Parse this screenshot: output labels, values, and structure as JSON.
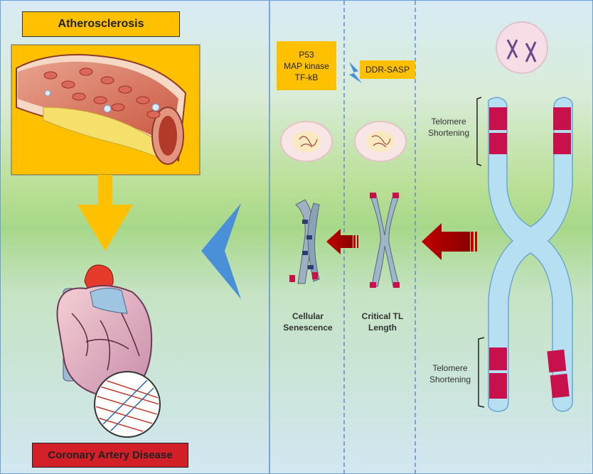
{
  "labels": {
    "atherosclerosis": "Atherosclerosis",
    "coronary_artery_disease": "Coronary Artery Disease",
    "p53": "P53",
    "map_kinase": "MAP kinase",
    "tf_kb": "TF-kB",
    "ddr_sasp": "DDR-SASP",
    "cellular": "Cellular",
    "senescence": "Senescence",
    "critical_tl": "Critical TL",
    "length": "Length",
    "telomere_top_1": "Telomere",
    "telomere_top_2": "Shortening",
    "telomere_bottom_1": "Telomere",
    "telomere_bottom_2": "Shortening"
  },
  "colors": {
    "label_yellow": "#ffc000",
    "label_red": "#d21f28",
    "arrow_red": "#c00000",
    "chevron_blue": "#4a90d9",
    "chromosome_blue": "#b7dff2",
    "telomere_red": "#c8104d"
  },
  "icons": [
    "xx-chromosome-icon",
    "nucleus-icon",
    "blood-vessel-plaque",
    "heart-illustration",
    "lightning-icon",
    "up-arrow-icon"
  ]
}
